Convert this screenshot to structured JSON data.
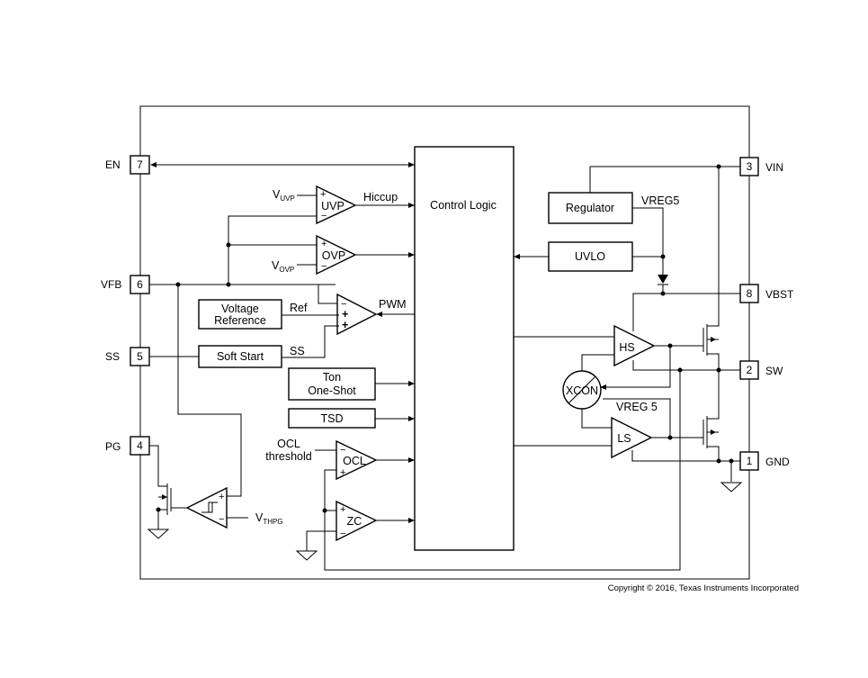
{
  "pins": {
    "en": {
      "name": "EN",
      "num": "7"
    },
    "vfb": {
      "name": "VFB",
      "num": "6"
    },
    "ss": {
      "name": "SS",
      "num": "5"
    },
    "pg": {
      "name": "PG",
      "num": "4"
    },
    "vin": {
      "name": "VIN",
      "num": "3"
    },
    "vbst": {
      "name": "VBST",
      "num": "8"
    },
    "sw": {
      "name": "SW",
      "num": "2"
    },
    "gnd": {
      "name": "GND",
      "num": "1"
    }
  },
  "blocks": {
    "control_logic": "Control Logic",
    "regulator": "Regulator",
    "uvlo": "UVLO",
    "voltage_reference_1": "Voltage",
    "voltage_reference_2": "Reference",
    "soft_start": "Soft Start",
    "ton_1": "Ton",
    "ton_2": "One-Shot",
    "tsd": "TSD",
    "xcon": "XCON"
  },
  "amplifiers": {
    "uvp": "UVP",
    "ovp": "OVP",
    "ocl": "OCL",
    "zc": "ZC",
    "hs": "HS",
    "ls": "LS"
  },
  "signals": {
    "v_uvp_main": "V",
    "v_uvp_sub": "UVP",
    "v_ovp_main": "V",
    "v_ovp_sub": "OVP",
    "hiccup": "Hiccup",
    "ref": "Ref",
    "pwm": "PWM",
    "ss": "SS",
    "vreg5": "VREG5",
    "vreg5_ls": "VREG 5",
    "ocl_threshold_1": "OCL",
    "ocl_threshold_2": "threshold",
    "v_thpg_main": "V",
    "v_thpg_sub": "THPG"
  },
  "copyright": "Copyright © 2016, Texas Instruments Incorporated"
}
